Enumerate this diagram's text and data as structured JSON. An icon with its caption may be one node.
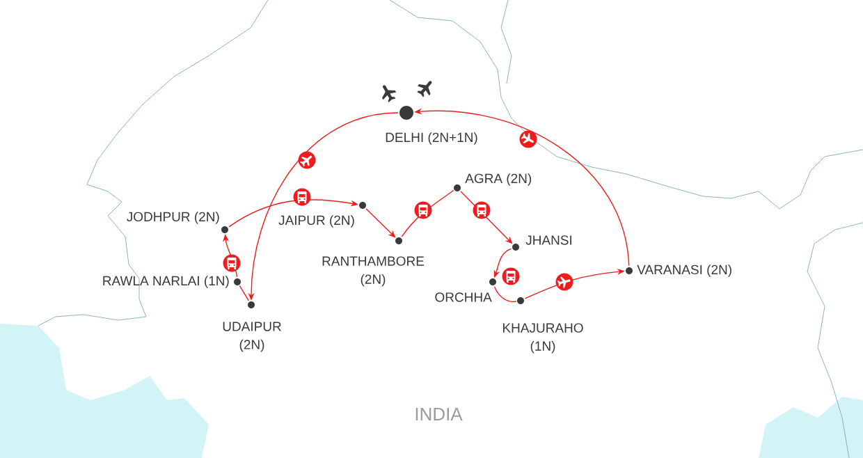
{
  "diagram": {
    "nodes": [
      {
        "text": [
          "DELHI (2N+1N)"
        ]
      },
      {
        "text": [
          "JODHPUR (2N)"
        ]
      },
      {
        "text": [
          "JAIPUR (2N)"
        ]
      },
      {
        "text": [
          "AGRA (2N)"
        ]
      },
      {
        "text": [
          "RANTHAMBORE (2N)"
        ]
      },
      {
        "text": [
          "JHANSI"
        ]
      },
      {
        "text": [
          "RAWLA NARLAI (1N)"
        ]
      },
      {
        "text": [
          "VARANASI (2N)"
        ]
      },
      {
        "text": [
          "ORCHHA"
        ]
      },
      {
        "text": [
          "UDAIPUR (2N)"
        ]
      },
      {
        "text": [
          "KHAJURAHO (1N)"
        ]
      }
    ],
    "edges": [
      {
        "from": 0,
        "to": 9,
        "arrow": "to"
      },
      {
        "from": 9,
        "to": 6,
        "arrow": "none"
      },
      {
        "from": 6,
        "to": 1,
        "arrow": "to"
      },
      {
        "from": 1,
        "to": 2,
        "arrow": "to"
      },
      {
        "from": 2,
        "to": 4,
        "arrow": "to"
      },
      {
        "from": 4,
        "to": 3,
        "arrow": "none"
      },
      {
        "from": 3,
        "to": 5,
        "arrow": "to"
      },
      {
        "from": 5,
        "to": 8,
        "arrow": "to"
      },
      {
        "from": 8,
        "to": 10,
        "arrow": "none"
      },
      {
        "from": 10,
        "to": 7,
        "arrow": "to"
      },
      {
        "from": 7,
        "to": 0,
        "arrow": "to"
      }
    ],
    "labels": [
      "INDIA"
    ]
  }
}
